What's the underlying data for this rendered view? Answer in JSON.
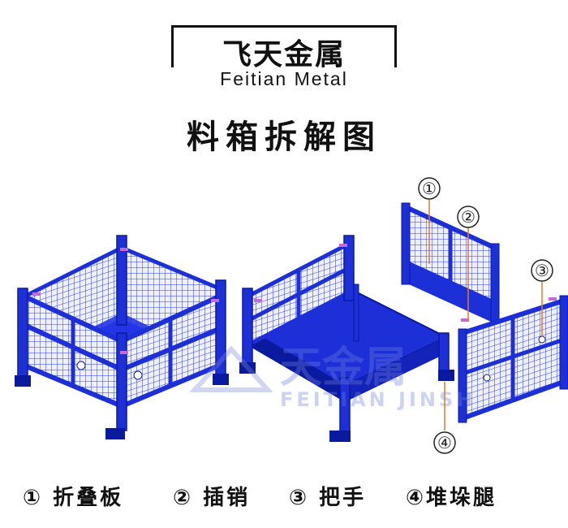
{
  "logo": {
    "name_zh": "飞天金属",
    "name_en": "Feitian Metal"
  },
  "title": "料箱拆解图",
  "callouts": [
    "①",
    "②",
    "③",
    "④"
  ],
  "legend": [
    {
      "label": "① 折叠板"
    },
    {
      "label": "② 插销"
    },
    {
      "label": "③ 把手"
    },
    {
      "label": "④堆垛腿"
    }
  ],
  "watermark": {
    "text_zh": "天金属",
    "text_en": "FEITIAN JINSH"
  },
  "colors": {
    "frame": "#1d2fd6",
    "frame_dark": "#0a1a9e",
    "mesh_bg": "#e9ecff",
    "pin": "#c46ad8",
    "callout_line": "#e07a22",
    "outline": "#111111"
  }
}
